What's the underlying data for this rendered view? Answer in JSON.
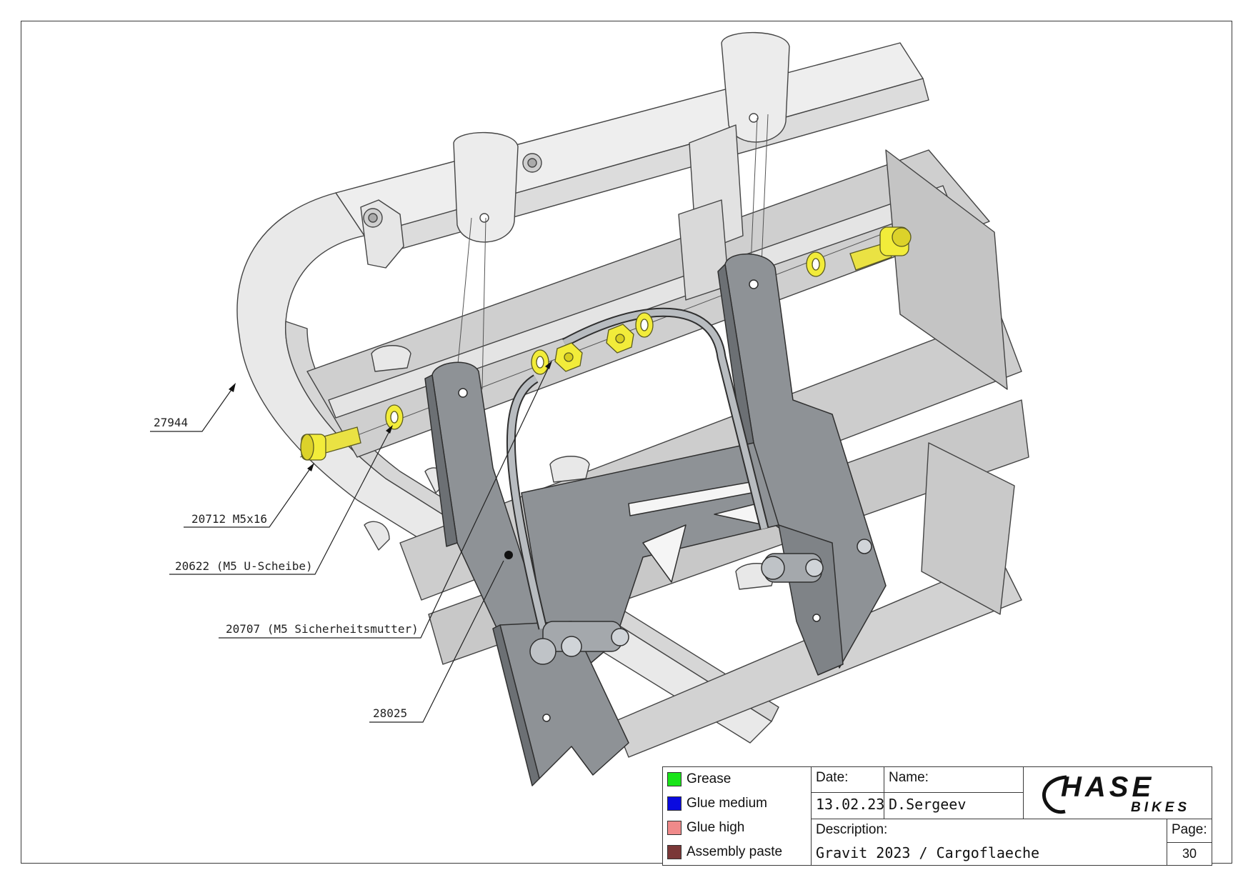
{
  "callouts": [
    {
      "id": "c1",
      "label": "27944"
    },
    {
      "id": "c2",
      "label": "20712 M5x16"
    },
    {
      "id": "c3",
      "label": "20622 (M5 U-Scheibe)"
    },
    {
      "id": "c4",
      "label": "20707 (M5 Sicherheitsmutter)"
    },
    {
      "id": "c5",
      "label": "28025"
    }
  ],
  "legend": [
    {
      "label": "Grease",
      "color": "#18e418"
    },
    {
      "label": "Glue medium",
      "color": "#0a0ae0"
    },
    {
      "label": "Glue high",
      "color": "#f08a8a"
    },
    {
      "label": "Assembly paste",
      "color": "#7a3838"
    }
  ],
  "title_block": {
    "date_caption": "Date:",
    "date_value": "13.02.23",
    "name_caption": "Name:",
    "name_value": "D.Sergeev",
    "description_caption": "Description:",
    "description_value": "Gravit 2023 / Cargoflaeche",
    "page_caption": "Page:",
    "page_value": "30"
  },
  "logo": {
    "brand": "HASE",
    "sub": "BIKES"
  },
  "colors": {
    "hardware": "#f2ec3a",
    "frame": "#e6e6e6",
    "bracket": "#8c9094",
    "outline": "#333333"
  }
}
